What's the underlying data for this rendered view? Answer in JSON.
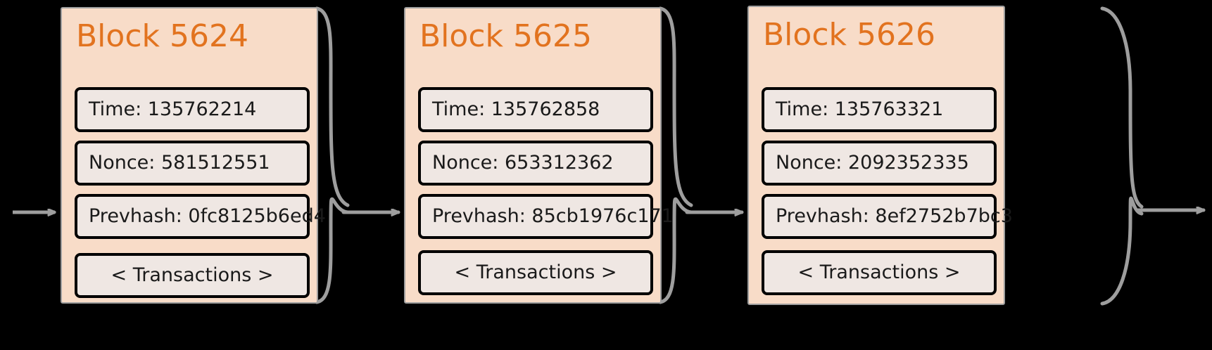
{
  "background_color": "#000000",
  "theme": {
    "block_fill": "#f8dcc8",
    "block_border": "#9e9e9e",
    "title_color": "#e2731f",
    "field_fill": "#efe7e3",
    "field_border": "#000000",
    "connector_color": "#9e9e9e",
    "text_color": "#1a1a1a"
  },
  "diagram": {
    "type": "blockchain-chain",
    "field_labels": {
      "time": "Time",
      "nonce": "Nonce",
      "prevhash": "Prevhash"
    },
    "transactions_label": "< Transactions >",
    "blocks": [
      {
        "title": "Block 5624",
        "time": "Time: 135762214",
        "nonce": "Nonce: 581512551",
        "prevhash": "Prevhash: 0fc8125b6ed4",
        "transactions": "< Transactions >",
        "time_value": "135762214",
        "nonce_value": "581512551",
        "prevhash_value": "0fc8125b6ed4",
        "number": "5624"
      },
      {
        "title": "Block 5625",
        "time": "Time: 135762858",
        "nonce": "Nonce: 653312362",
        "prevhash": "Prevhash: 85cb1976c171",
        "transactions": "< Transactions >",
        "time_value": "135762858",
        "nonce_value": "653312362",
        "prevhash_value": "85cb1976c171",
        "number": "5625"
      },
      {
        "title": "Block 5626",
        "time": "Time: 135763321",
        "nonce": "Nonce: 2092352335",
        "prevhash": "Prevhash: 8ef2752b7bc3",
        "transactions": "< Transactions >",
        "time_value": "135763321",
        "nonce_value": "2092352335",
        "prevhash_value": "8ef2752b7bc3",
        "number": "5626"
      }
    ],
    "arrows": [
      {
        "name": "incoming-arrow",
        "kind": "straight"
      },
      {
        "name": "connector-5624-to-5625",
        "kind": "funnel"
      },
      {
        "name": "connector-5625-to-5626",
        "kind": "funnel"
      },
      {
        "name": "outgoing-arrow",
        "kind": "funnel"
      }
    ]
  }
}
